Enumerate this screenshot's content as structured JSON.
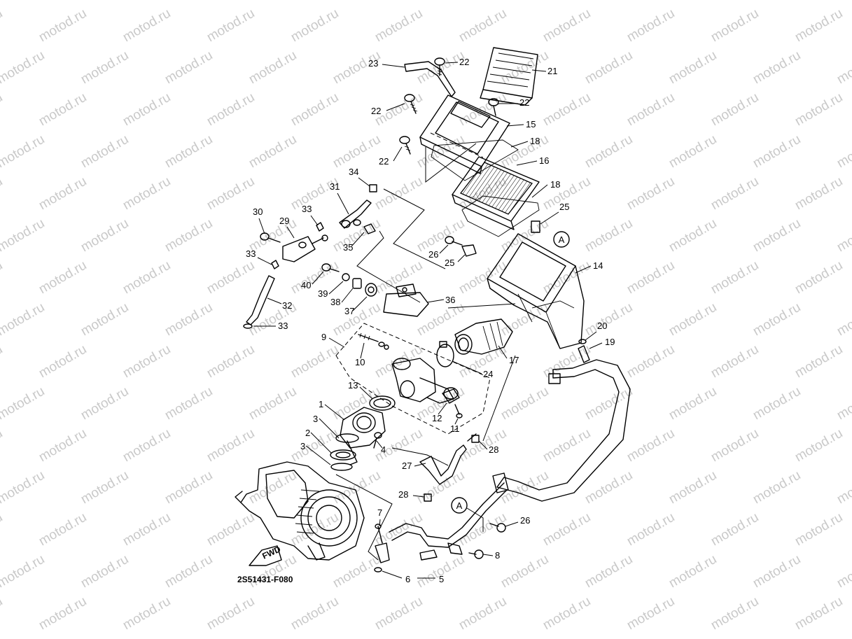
{
  "watermark": "motod.ru",
  "diagram_code": "2S51431-F080",
  "fwd_label": "FWD",
  "ref_marker": "A",
  "callouts": [
    {
      "id": "c1",
      "label": "1"
    },
    {
      "id": "c2",
      "label": "2"
    },
    {
      "id": "c3a",
      "label": "3"
    },
    {
      "id": "c3b",
      "label": "3"
    },
    {
      "id": "c4",
      "label": "4"
    },
    {
      "id": "c5",
      "label": "5"
    },
    {
      "id": "c6",
      "label": "6"
    },
    {
      "id": "c7",
      "label": "7"
    },
    {
      "id": "c8",
      "label": "8"
    },
    {
      "id": "c9",
      "label": "9"
    },
    {
      "id": "c10",
      "label": "10"
    },
    {
      "id": "c11",
      "label": "11"
    },
    {
      "id": "c12",
      "label": "12"
    },
    {
      "id": "c13",
      "label": "13"
    },
    {
      "id": "c14",
      "label": "14"
    },
    {
      "id": "c15",
      "label": "15"
    },
    {
      "id": "c16",
      "label": "16"
    },
    {
      "id": "c17",
      "label": "17"
    },
    {
      "id": "c18a",
      "label": "18"
    },
    {
      "id": "c18b",
      "label": "18"
    },
    {
      "id": "c19",
      "label": "19"
    },
    {
      "id": "c20",
      "label": "20"
    },
    {
      "id": "c21",
      "label": "21"
    },
    {
      "id": "c22a",
      "label": "22"
    },
    {
      "id": "c22b",
      "label": "22"
    },
    {
      "id": "c22c",
      "label": "22"
    },
    {
      "id": "c22d",
      "label": "22"
    },
    {
      "id": "c23",
      "label": "23"
    },
    {
      "id": "c24",
      "label": "24"
    },
    {
      "id": "c25a",
      "label": "25"
    },
    {
      "id": "c25b",
      "label": "25"
    },
    {
      "id": "c26a",
      "label": "26"
    },
    {
      "id": "c26b",
      "label": "26"
    },
    {
      "id": "c27",
      "label": "27"
    },
    {
      "id": "c28a",
      "label": "28"
    },
    {
      "id": "c28b",
      "label": "28"
    },
    {
      "id": "c29",
      "label": "29"
    },
    {
      "id": "c30",
      "label": "30"
    },
    {
      "id": "c31",
      "label": "31"
    },
    {
      "id": "c32",
      "label": "32"
    },
    {
      "id": "c33a",
      "label": "33"
    },
    {
      "id": "c33b",
      "label": "33"
    },
    {
      "id": "c33c",
      "label": "33"
    },
    {
      "id": "c34",
      "label": "34"
    },
    {
      "id": "c35",
      "label": "35"
    },
    {
      "id": "c36",
      "label": "36"
    },
    {
      "id": "c37",
      "label": "37"
    },
    {
      "id": "c38",
      "label": "38"
    },
    {
      "id": "c39",
      "label": "39"
    },
    {
      "id": "c40",
      "label": "40"
    }
  ]
}
